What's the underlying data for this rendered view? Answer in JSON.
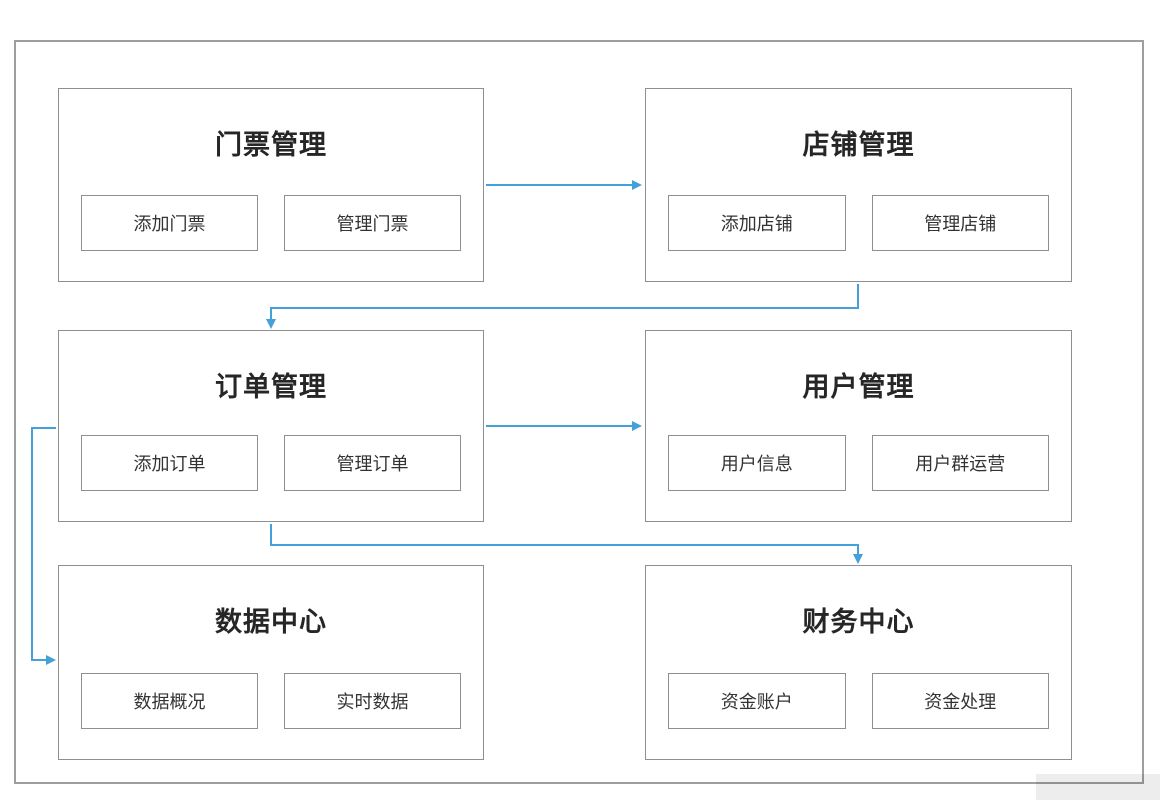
{
  "colors": {
    "arrow": "#44a0d9",
    "box_border": "#8f8f8f",
    "frame_border": "#9e9e9e",
    "text": "#262626"
  },
  "diagram": {
    "nodes": [
      {
        "id": "ticket",
        "title": "门票管理",
        "buttons": [
          "添加门票",
          "管理门票"
        ]
      },
      {
        "id": "shop",
        "title": "店铺管理",
        "buttons": [
          "添加店铺",
          "管理店铺"
        ]
      },
      {
        "id": "order",
        "title": "订单管理",
        "buttons": [
          "添加订单",
          "管理订单"
        ]
      },
      {
        "id": "user",
        "title": "用户管理",
        "buttons": [
          "用户信息",
          "用户群运营"
        ]
      },
      {
        "id": "data",
        "title": "数据中心",
        "buttons": [
          "数据概况",
          "实时数据"
        ]
      },
      {
        "id": "finance",
        "title": "财务中心",
        "buttons": [
          "资金账户",
          "资金处理"
        ]
      }
    ],
    "connections": [
      {
        "from": "门票管理",
        "to": "店铺管理"
      },
      {
        "from": "店铺管理",
        "to": "订单管理"
      },
      {
        "from": "订单管理",
        "to": "用户管理"
      },
      {
        "from": "订单管理",
        "to": "财务中心"
      },
      {
        "from": "订单管理",
        "to": "数据中心"
      }
    ]
  }
}
